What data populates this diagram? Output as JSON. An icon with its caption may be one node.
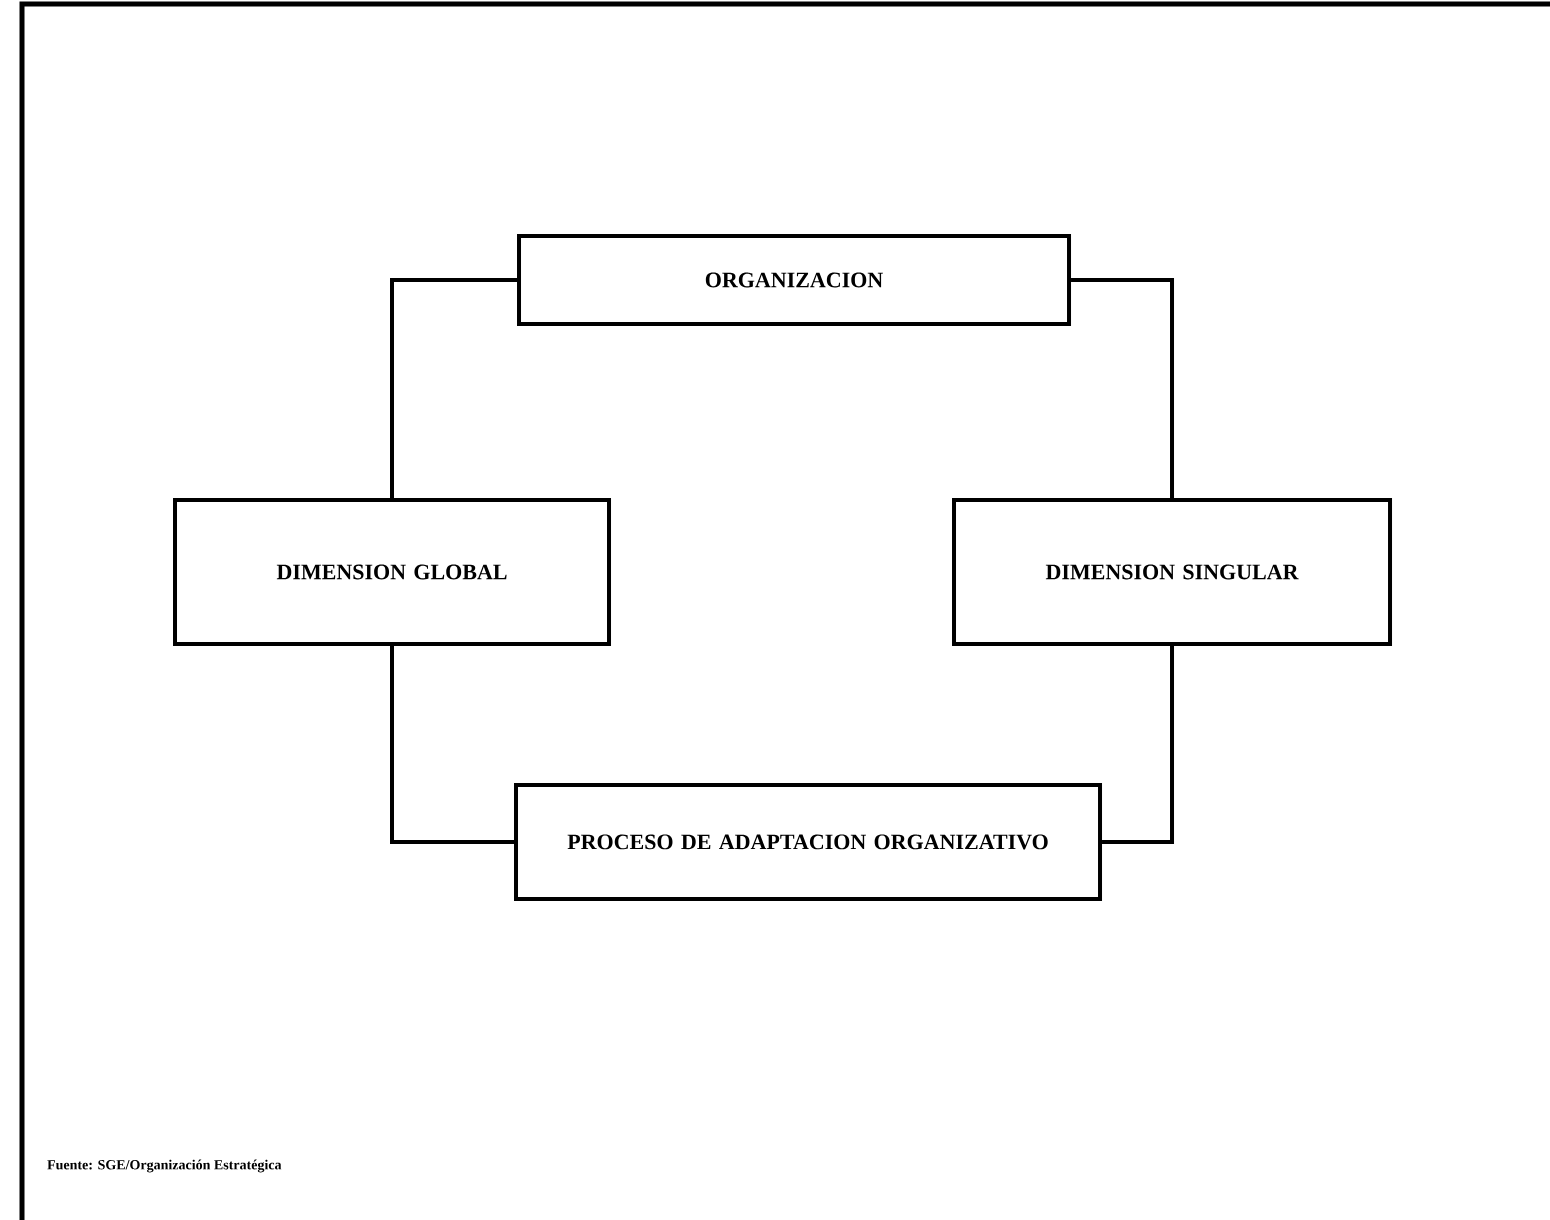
{
  "diagram": {
    "caption": "Fuente: SGE/Organización Estratégica",
    "nodes": [
      {
        "text": [
          "ORGANIZACION"
        ]
      },
      {
        "text": [
          "DIMENSION GLOBAL"
        ]
      },
      {
        "text": [
          "DIMENSION SINGULAR"
        ]
      },
      {
        "text": [
          "PROCESO DE ADAPTACION ORGANIZATIVO"
        ]
      }
    ],
    "edges": [
      {
        "from": 0,
        "to": 1,
        "arrow": "none"
      },
      {
        "from": 0,
        "to": 2,
        "arrow": "none"
      },
      {
        "from": 1,
        "to": 3,
        "arrow": "none"
      },
      {
        "from": 2,
        "to": 3,
        "arrow": "none"
      }
    ]
  }
}
